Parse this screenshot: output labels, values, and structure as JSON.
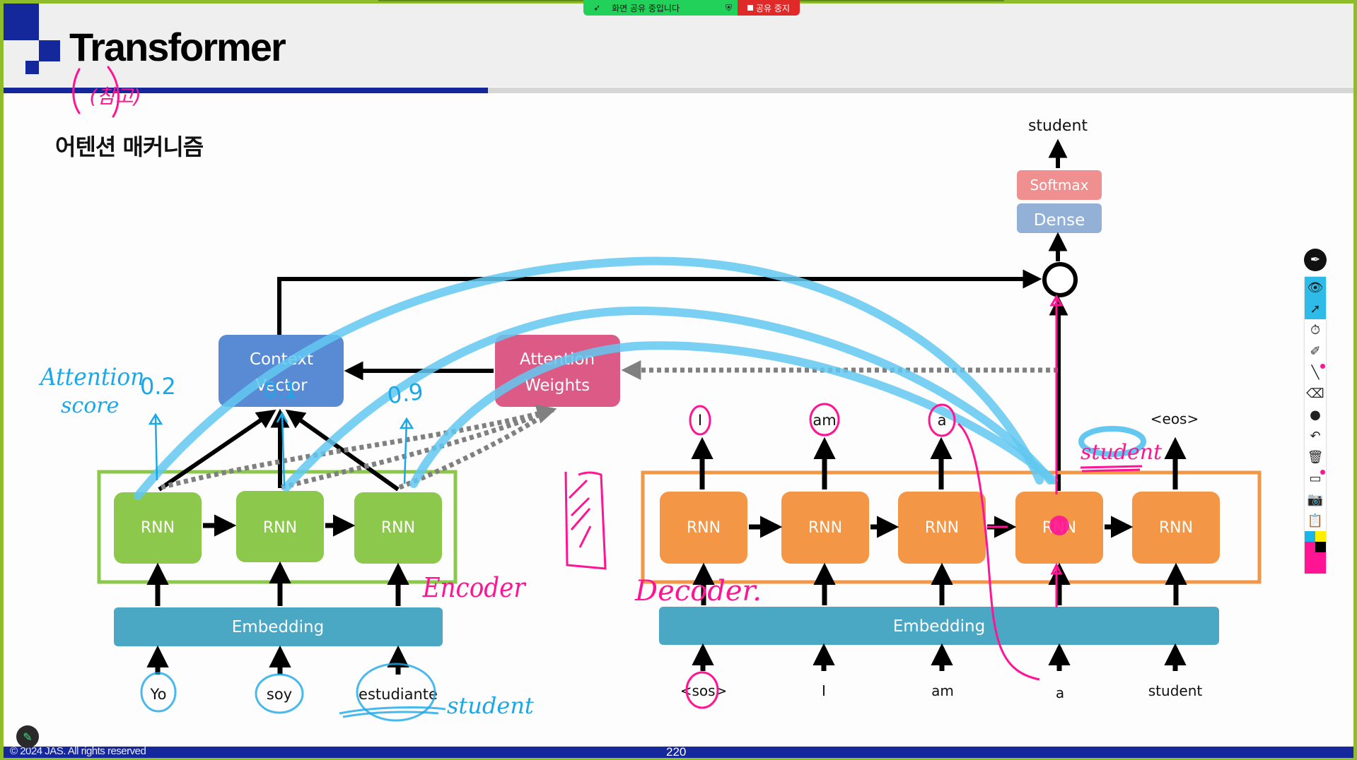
{
  "screen_share": {
    "status_label": "화면 공유 중입니다",
    "stop_label": "공유 중지",
    "colors": {
      "active": "#22d15a",
      "stop": "#e02a2a"
    }
  },
  "slide": {
    "title": "Transformer",
    "subtitle": "어텐션 매커니즘",
    "footer_copyright": "© 2024 JAS. All rights reserved",
    "page_number": "220",
    "brand_color": "#14289b"
  },
  "diagram": {
    "output_word": "student",
    "softmax_label": "Softmax",
    "dense_label": "Dense",
    "context_vector_label_1": "Context",
    "context_vector_label_2": "Vector",
    "attention_weights_label_1": "Attention",
    "attention_weights_label_2": "Weights",
    "encoder": {
      "rnn_labels": [
        "RNN",
        "RNN",
        "RNN"
      ],
      "embedding_label": "Embedding",
      "inputs": [
        "Yo",
        "soy",
        "estudiante"
      ]
    },
    "decoder": {
      "rnn_labels": [
        "RNN",
        "RNN",
        "RNN",
        "RNN",
        "RNN"
      ],
      "embedding_label": "Embedding",
      "inputs": [
        "<sos>",
        "I",
        "am",
        "a",
        "student"
      ],
      "outputs": [
        "I",
        "am",
        "a",
        "",
        "<eos>"
      ]
    },
    "colors": {
      "encoder_rnn": "#8cc84b",
      "decoder_rnn": "#f39646",
      "embedding": "#4aa8c4",
      "context_vector": "#588bd3",
      "attention_weights": "#dc5a86",
      "softmax": "#ef8f8f",
      "dense": "#93b1d6"
    }
  },
  "annotations": {
    "reference_note": "(참고)",
    "attention_score_line1": "Attention",
    "attention_score_line2": "score",
    "weights": [
      "0.2",
      "0.1",
      "0.9"
    ],
    "encoder_note": "Encoder",
    "decoder_note": "Decoder.",
    "translation_note": "student",
    "predicted_note": "student",
    "pen_colors": {
      "blue": "#1ba8e8",
      "highlight": "#62c8f0",
      "pink": "#ff1493"
    }
  },
  "annotation_toolbar": {
    "tools": [
      "eye-icon",
      "pointer-icon",
      "timer-off-icon",
      "highlighter-icon",
      "pen-line-icon",
      "eraser-icon",
      "dot-size-icon",
      "undo-icon",
      "trash-icon",
      "whiteboard-icon",
      "camera-icon",
      "clipboard-icon"
    ],
    "palette": [
      "#1ab3ea",
      "#ffee00",
      "#ff1493",
      "#000000"
    ]
  }
}
